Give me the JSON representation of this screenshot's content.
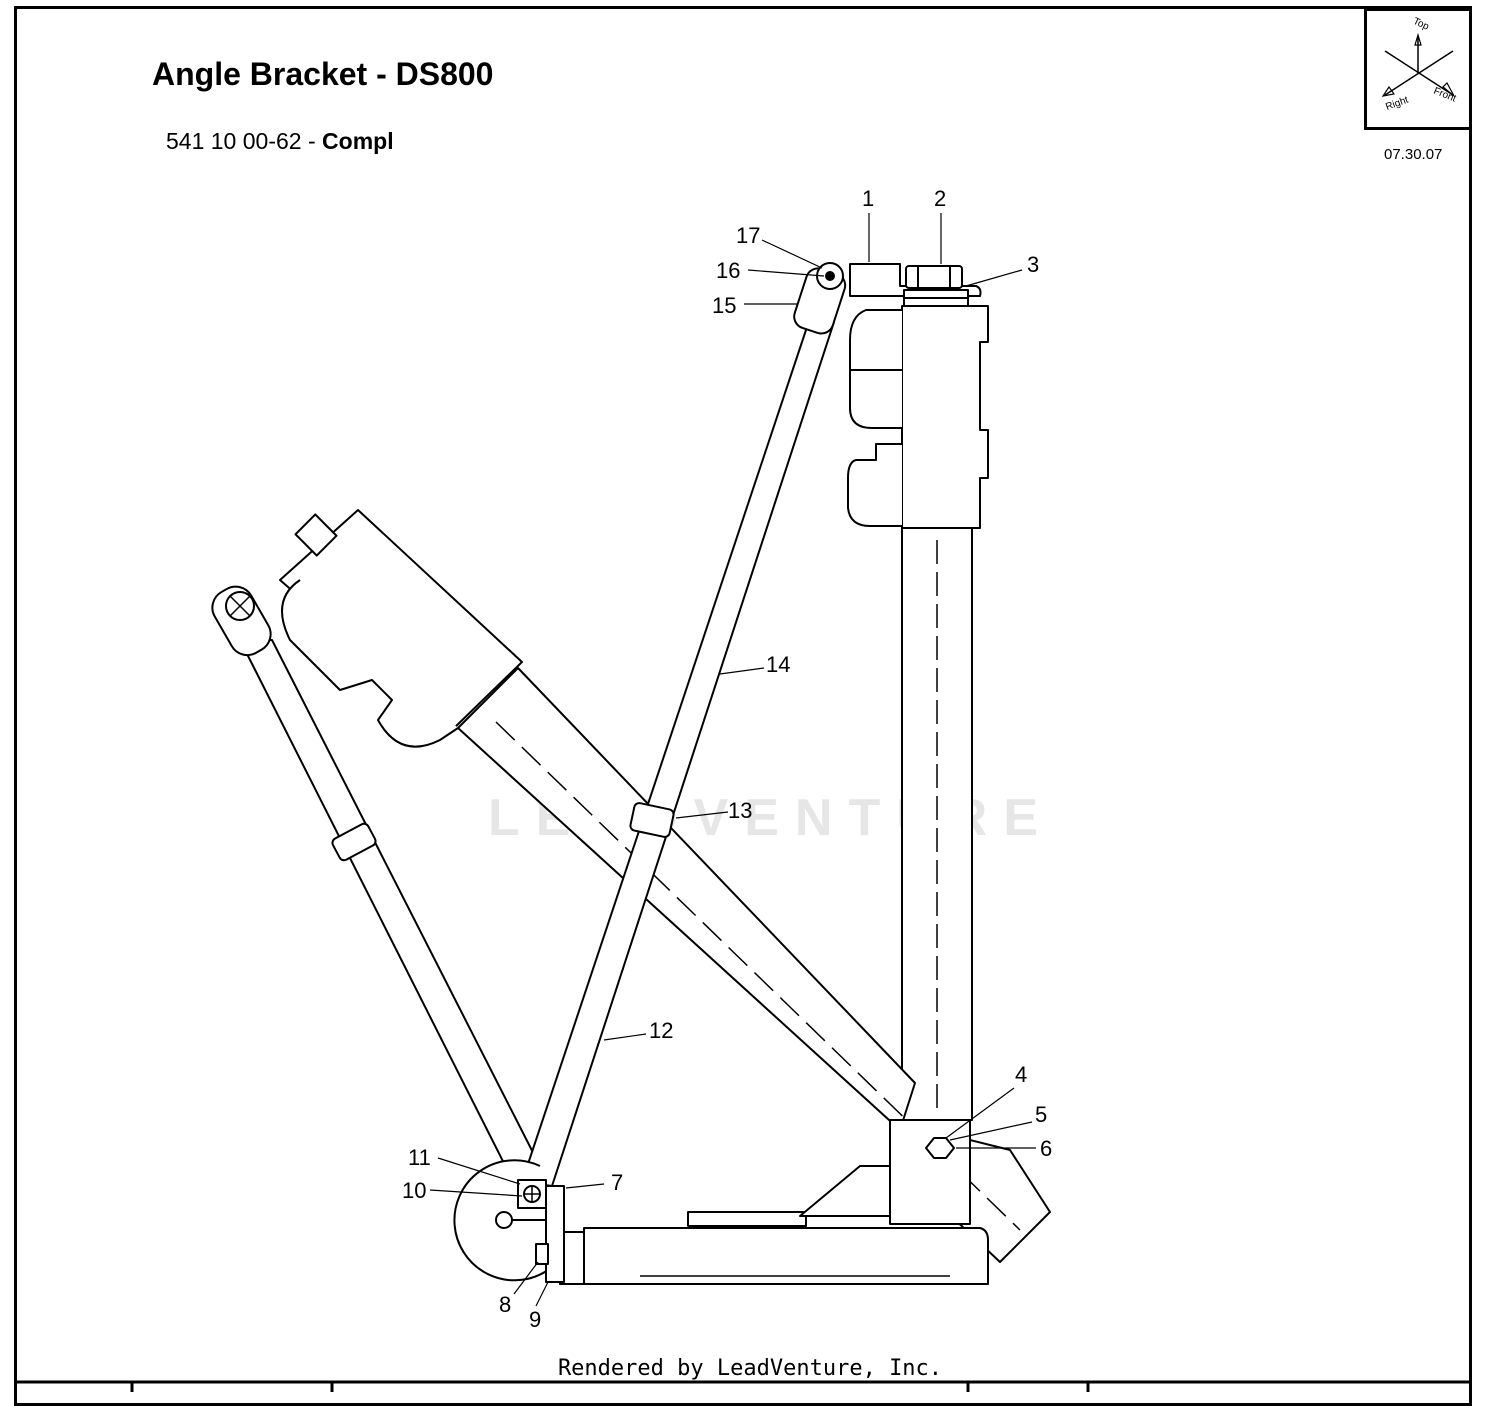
{
  "title": "Angle Bracket - DS800",
  "part_number": "541 10 00-62",
  "separator": " - ",
  "part_desc": "Compl",
  "date": "07.30.07",
  "orientation": {
    "top": "Top",
    "right": "Right",
    "front": "Front"
  },
  "watermark": "LEADVENTURE",
  "footer": "Rendered by LeadVenture, Inc.",
  "callouts": [
    "1",
    "2",
    "3",
    "4",
    "5",
    "6",
    "7",
    "8",
    "9",
    "10",
    "11",
    "12",
    "13",
    "14",
    "15",
    "16",
    "17"
  ]
}
